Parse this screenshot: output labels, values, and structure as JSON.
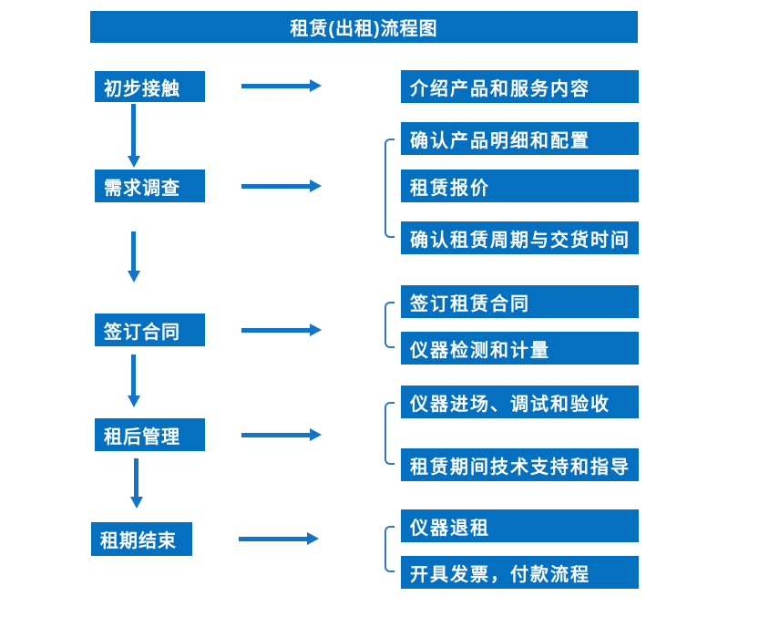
{
  "title": "租赁(出租)流程图",
  "colors": {
    "box_blue": "#0570C0",
    "arrow_blue": "#1274C8",
    "bracket_blue": "#2E79BD",
    "text_white": "#FFFFFF",
    "background": "#FFFFFF"
  },
  "steps": [
    {
      "label": "初步接触",
      "details": [
        "介绍产品和服务内容"
      ]
    },
    {
      "label": "需求调查",
      "details": [
        "确认产品明细和配置",
        "租赁报价",
        "确认租赁周期与交货时间"
      ]
    },
    {
      "label": "签订合同",
      "details": [
        "签订租赁合同",
        "仪器检测和计量"
      ]
    },
    {
      "label": "租后管理",
      "details": [
        "仪器进场、调试和验收",
        "租赁期间技术支持和指导"
      ]
    },
    {
      "label": "租期结束",
      "details": [
        "仪器退租",
        "开具发票，付款流程"
      ]
    }
  ]
}
